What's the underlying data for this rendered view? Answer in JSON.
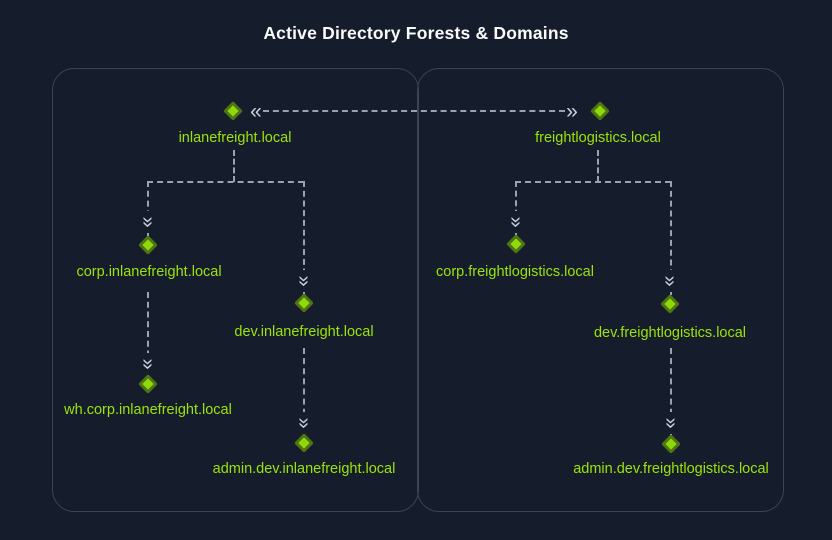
{
  "title": "Active Directory Forests & Domains",
  "icons": {
    "trust_left_double_chevron": "«",
    "trust_right_double_chevron": "»",
    "chevron_down": "»"
  },
  "colors": {
    "background": "#151c2b",
    "box_border": "#3a4558",
    "connector": "#97a2b2",
    "domain_text": "#9be309",
    "diamond_fill": "#8fd90a",
    "diamond_border": "#4e7414",
    "title_text": "#fafbfd"
  },
  "forests": [
    {
      "name": "inlanefreight.local",
      "domains": [
        "inlanefreight.local",
        "corp.inlanefreight.local",
        "dev.inlanefreight.local",
        "wh.corp.inlanefreight.local",
        "admin.dev.inlanefreight.local"
      ]
    },
    {
      "name": "freightlogistics.local",
      "domains": [
        "freightlogistics.local",
        "corp.freightlogistics.local",
        "dev.freightlogistics.local",
        "admin.dev.freightlogistics.local"
      ]
    }
  ]
}
